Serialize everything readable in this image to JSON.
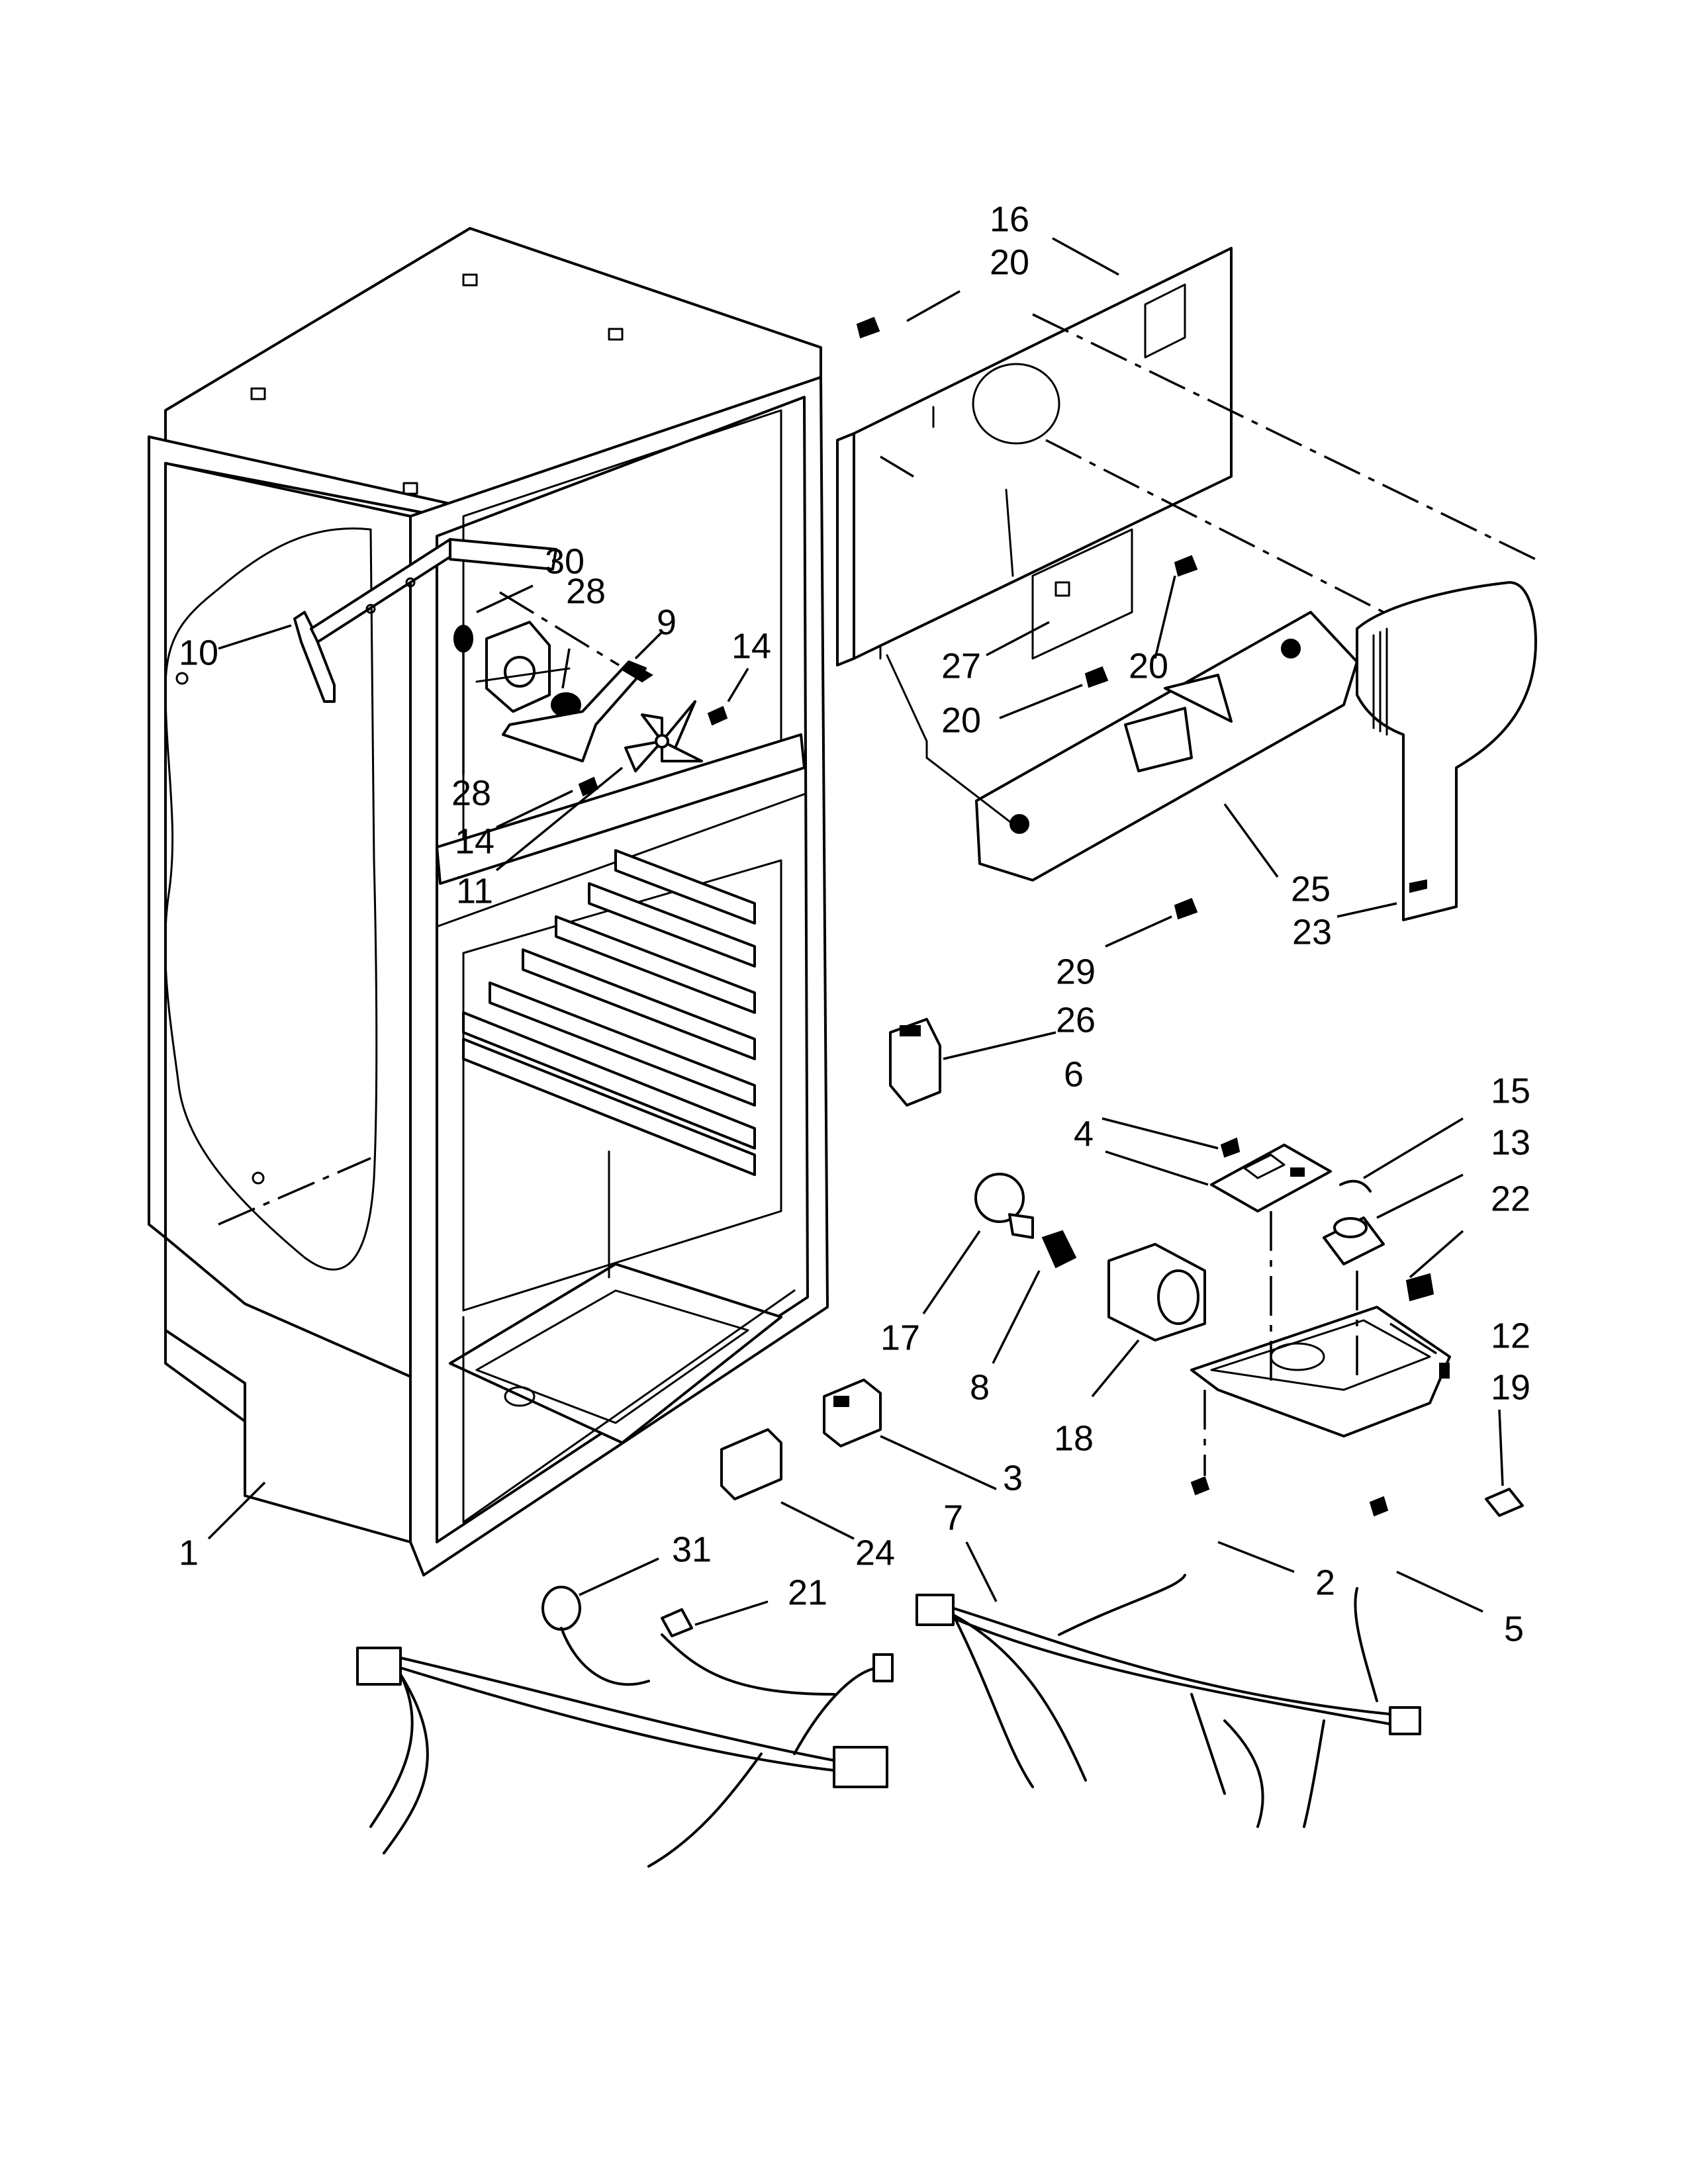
{
  "callouts": [
    {
      "id": "c16",
      "label": "16"
    },
    {
      "id": "c20a",
      "label": "20"
    },
    {
      "id": "c30",
      "label": "30"
    },
    {
      "id": "c28a",
      "label": "28"
    },
    {
      "id": "c9",
      "label": "9"
    },
    {
      "id": "c14a",
      "label": "14"
    },
    {
      "id": "c10",
      "label": "10"
    },
    {
      "id": "c28b",
      "label": "28"
    },
    {
      "id": "c14b",
      "label": "14"
    },
    {
      "id": "c11",
      "label": "11"
    },
    {
      "id": "c27",
      "label": "27"
    },
    {
      "id": "c20b",
      "label": "20"
    },
    {
      "id": "c20c",
      "label": "20"
    },
    {
      "id": "c25",
      "label": "25"
    },
    {
      "id": "c23",
      "label": "23"
    },
    {
      "id": "c29",
      "label": "29"
    },
    {
      "id": "c26",
      "label": "26"
    },
    {
      "id": "c6",
      "label": "6"
    },
    {
      "id": "c15",
      "label": "15"
    },
    {
      "id": "c4",
      "label": "4"
    },
    {
      "id": "c13",
      "label": "13"
    },
    {
      "id": "c22",
      "label": "22"
    },
    {
      "id": "c17",
      "label": "17"
    },
    {
      "id": "c12",
      "label": "12"
    },
    {
      "id": "c8",
      "label": "8"
    },
    {
      "id": "c19",
      "label": "19"
    },
    {
      "id": "c18",
      "label": "18"
    },
    {
      "id": "c3",
      "label": "3"
    },
    {
      "id": "c24",
      "label": "24"
    },
    {
      "id": "c1",
      "label": "1"
    },
    {
      "id": "c7",
      "label": "7"
    },
    {
      "id": "c31",
      "label": "31"
    },
    {
      "id": "c21",
      "label": "21"
    },
    {
      "id": "c2",
      "label": "2"
    },
    {
      "id": "c5",
      "label": "5"
    }
  ]
}
